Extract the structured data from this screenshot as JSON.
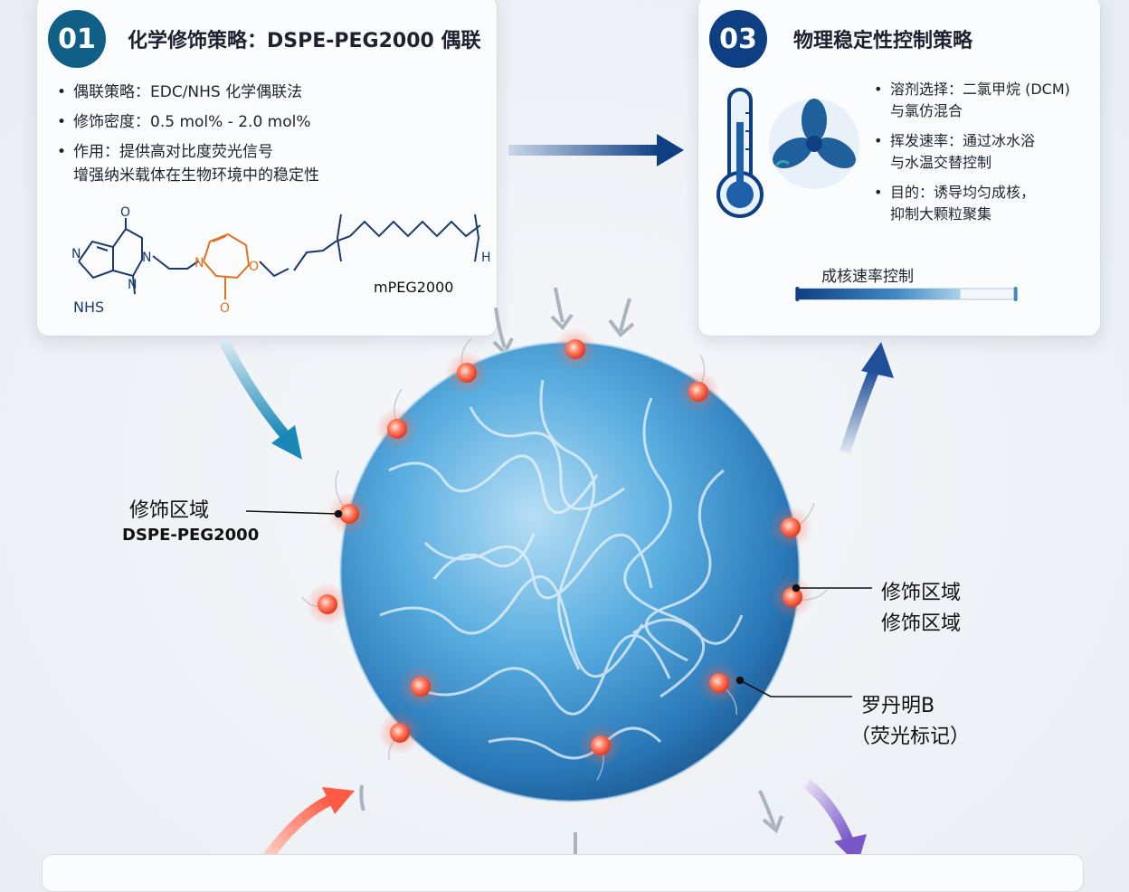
{
  "card1": {
    "number": "01",
    "title": "化学修饰策略：DSPE-PEG2000 偶联",
    "bullets": [
      {
        "line1": "偶联策略：EDC/NHS 化学偶联法",
        "line2": ""
      },
      {
        "line1": "修饰密度：0.5 mol% - 2.0 mol%",
        "line2": ""
      },
      {
        "line1": "作用：提供高对比度荧光信号",
        "line2": "增强纳米载体在生物环境中的稳定性"
      }
    ],
    "chem_labels": {
      "nhs": "NHS",
      "n1": "N",
      "n2": "N",
      "n3": "N",
      "n4": "N",
      "o1": "O",
      "o2": "O",
      "o3": "O",
      "peg": "mPEG2000",
      "h": "H"
    }
  },
  "card3": {
    "number": "03",
    "title": "物理稳定性控制策略",
    "bullets": [
      {
        "line1": "溶剂选择：二氯甲烷 (DCM)",
        "line2": "与氯仿混合"
      },
      {
        "line1": "挥发速率：通过冰水浴",
        "line2": "与水温交替控制"
      },
      {
        "line1": "目的：诱导均匀成核，",
        "line2": "抑制大颗粒聚集"
      }
    ],
    "icons": [
      "thermometer-icon",
      "fan-icon"
    ],
    "nucleation_label": "成核速率控制",
    "nucleation_level": 0.75
  },
  "labels": {
    "left_region": "修饰区域",
    "left_region_sub": "DSPE-PEG2000",
    "right_region_1": "修饰区域",
    "right_region_2": "修饰区域",
    "rhodamine": "罗丹明B",
    "rhodamine_sub": "（荧光标记）"
  },
  "colors": {
    "primary_dark": "#0e3f82",
    "teal": "#0f5f86",
    "orange": "#e2711d",
    "sphere": "#3f97cf",
    "dot": "#ff5a43"
  }
}
